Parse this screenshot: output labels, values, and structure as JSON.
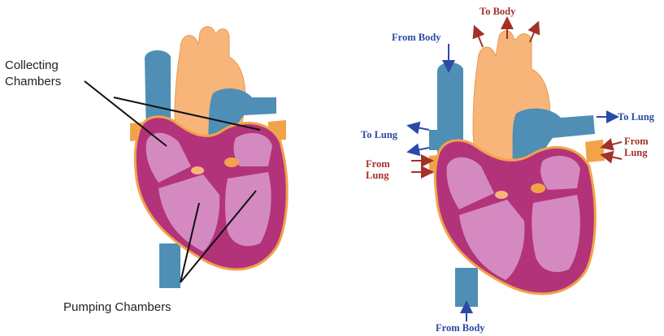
{
  "left_diagram": {
    "labels": {
      "collecting_line1": "Collecting",
      "collecting_line2": "Chambers",
      "pumping": "Pumping Chambers"
    }
  },
  "right_diagram": {
    "labels": {
      "to_body": "To Body",
      "from_body_top": "From Body",
      "to_lung_right": "To Lung",
      "to_lung_left": "To Lung",
      "from_lung_right_1": "From",
      "from_lung_right_2": "Lung",
      "from_lung_left_1": "From",
      "from_lung_left_2": "Lung",
      "from_body_bottom": "From Body"
    }
  },
  "colors": {
    "vein_blue": "#4f8fb6",
    "aorta_peach": "#f7b57a",
    "muscle_magenta": "#b3337a",
    "chamber_pink": "#d48ac0",
    "outline_orange": "#f2a34a",
    "arrow_blue": "#2b4aa8",
    "arrow_red": "#a4302a"
  }
}
